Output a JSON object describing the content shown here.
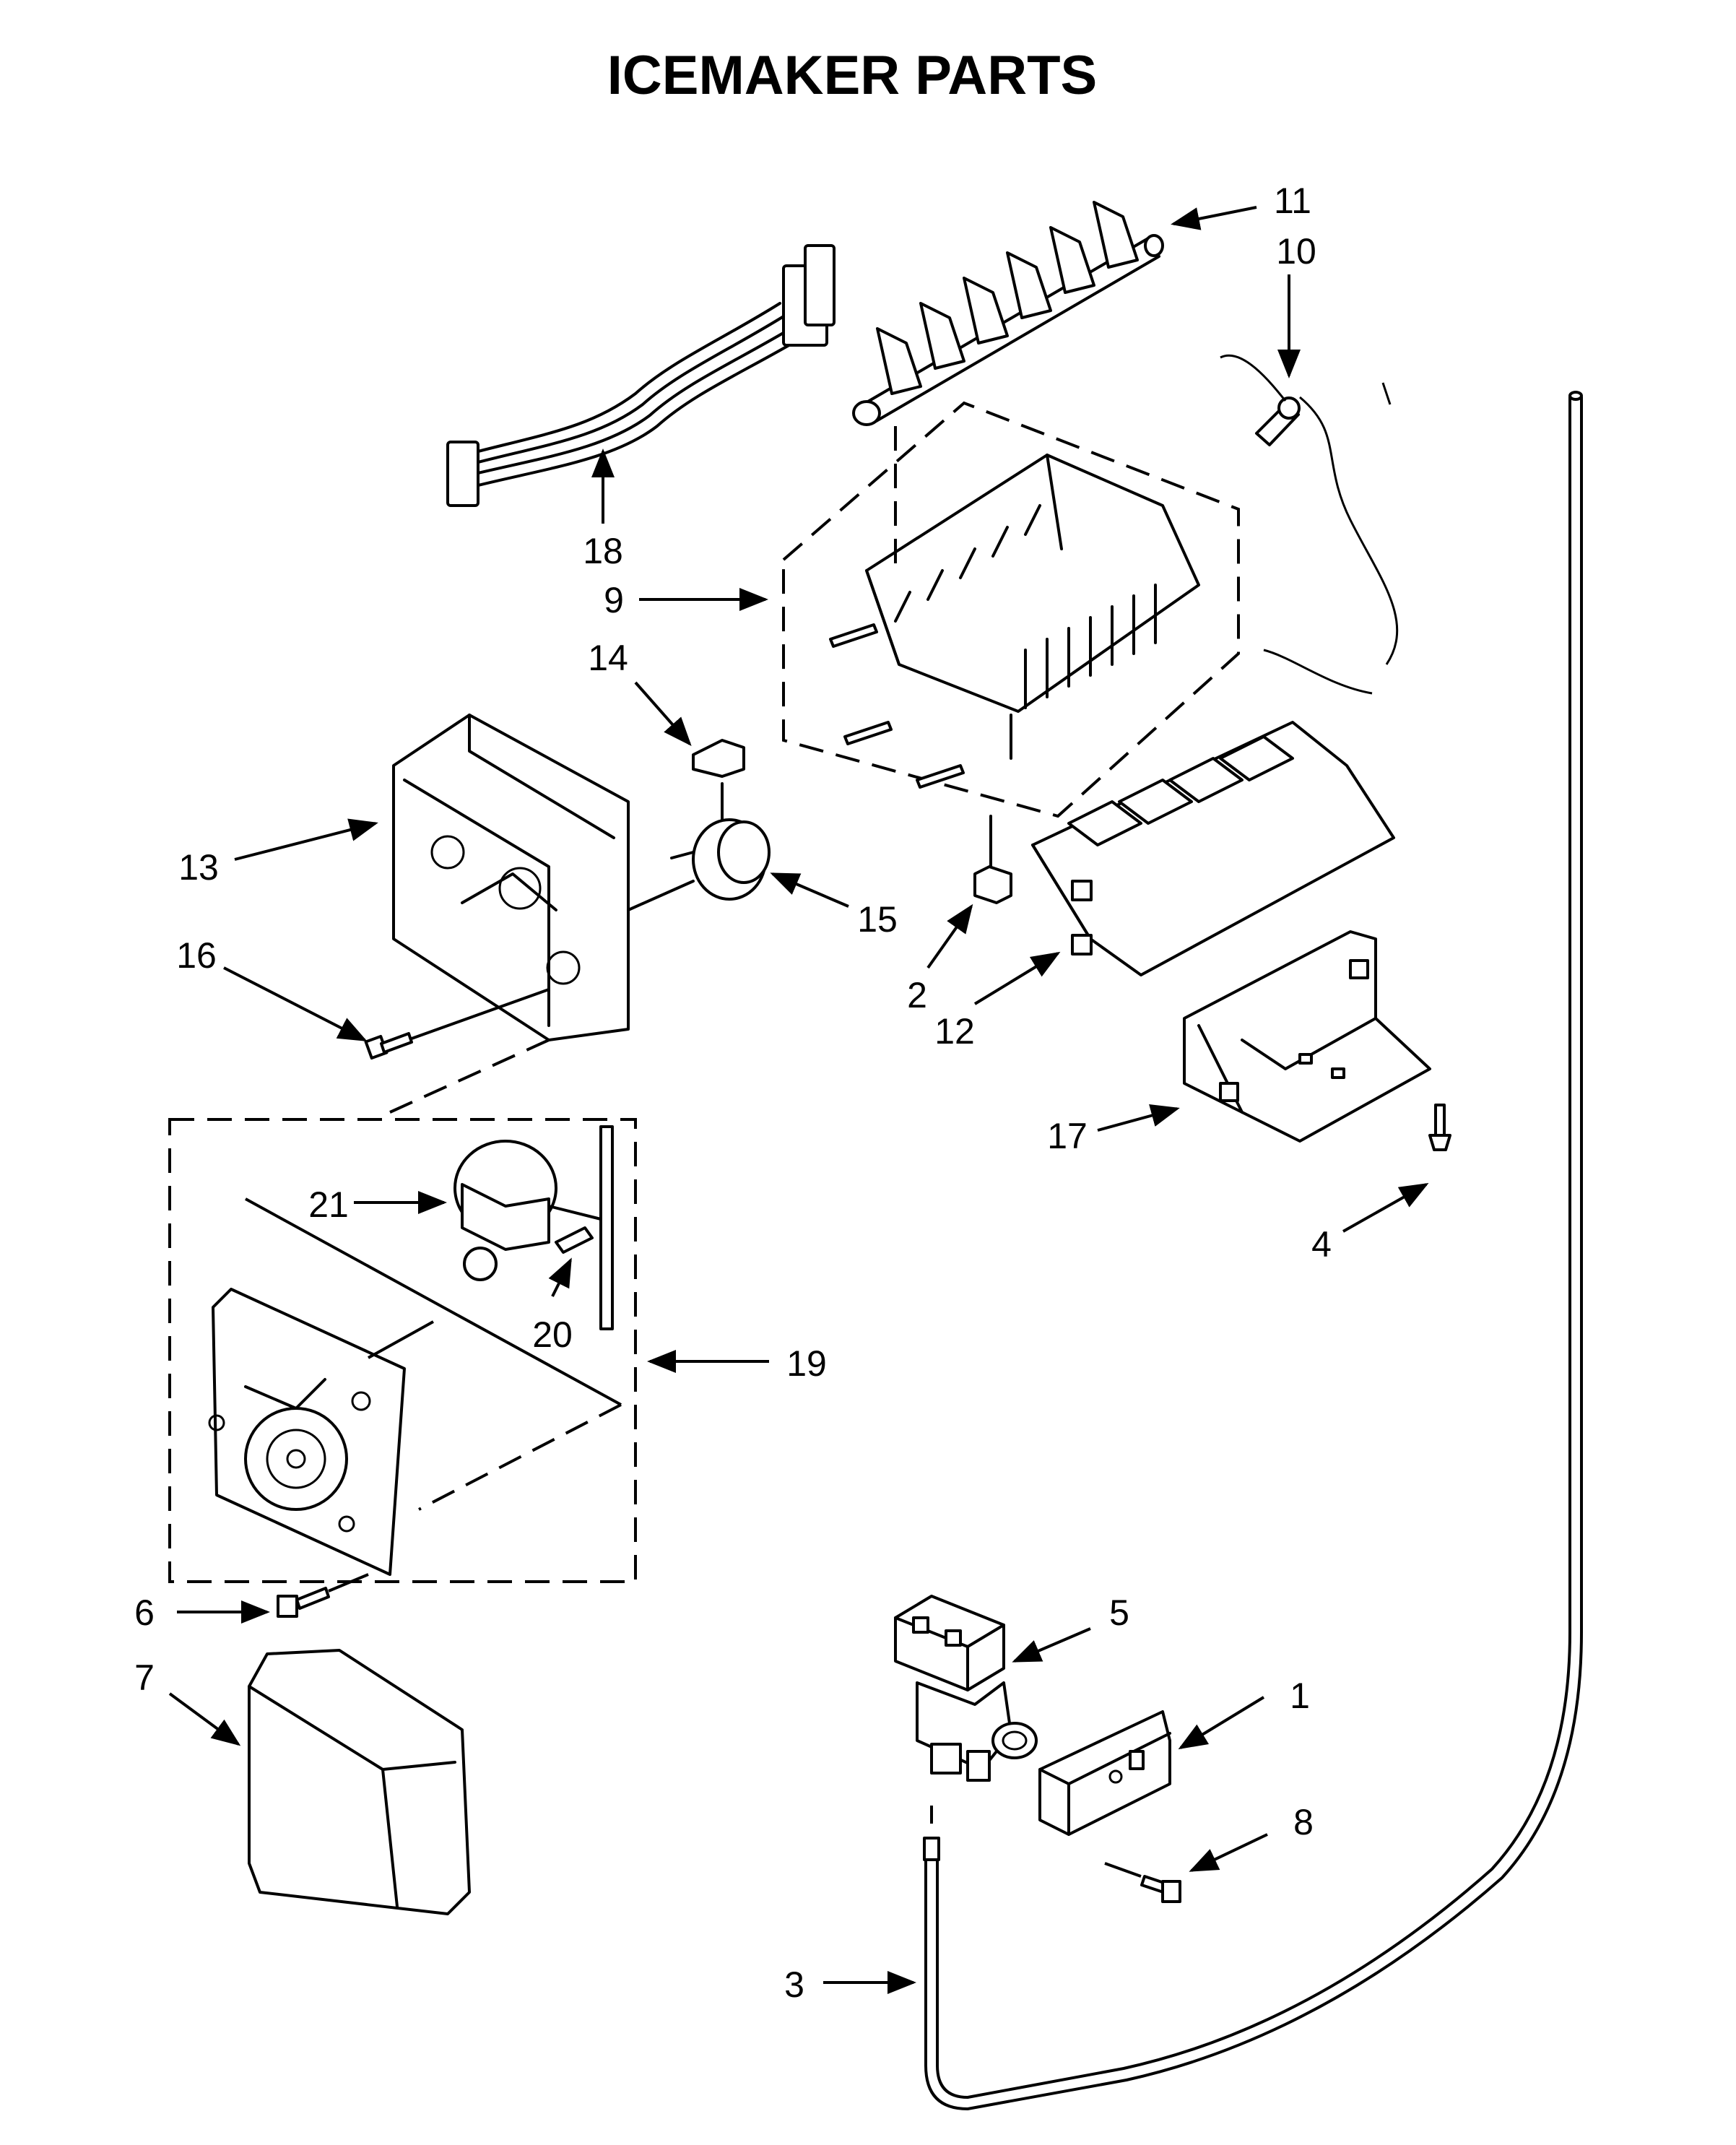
{
  "title": "ICEMAKER PARTS",
  "callouts": {
    "p1": "1",
    "p2": "2",
    "p3": "3",
    "p4": "4",
    "p5": "5",
    "p6": "6",
    "p7": "7",
    "p8": "8",
    "p9": "9",
    "p10": "10",
    "p11": "11",
    "p12": "12",
    "p13": "13",
    "p14": "14",
    "p15": "15",
    "p16": "16",
    "p17": "17",
    "p18": "18",
    "p19": "19",
    "p20": "20",
    "p21": "21"
  }
}
